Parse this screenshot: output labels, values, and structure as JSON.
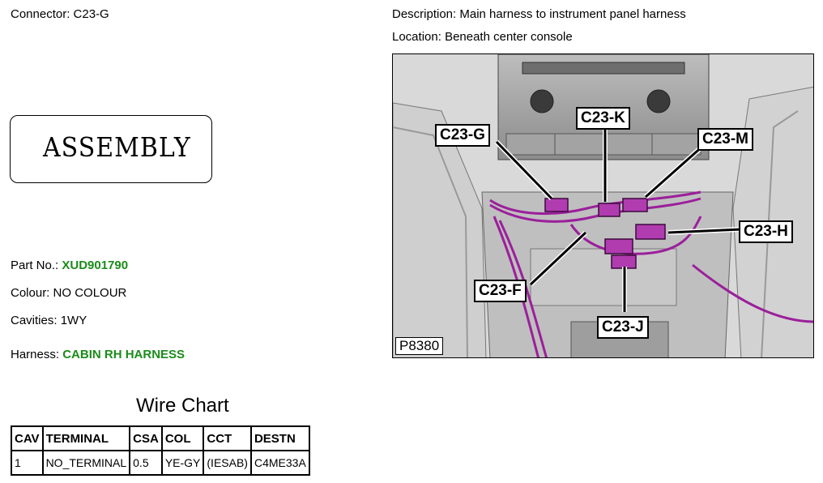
{
  "connector": {
    "label": "Connector:",
    "value": "C23-G"
  },
  "description": {
    "label": "Description:",
    "value": "Main harness to instrument panel harness"
  },
  "location": {
    "label": "Location:",
    "value": "Beneath center console"
  },
  "assembly_text": "ASSEMBLY",
  "part_no": {
    "label": "Part No.:",
    "value": "XUD901790"
  },
  "colour": {
    "label": "Colour:",
    "value": "NO COLOUR"
  },
  "cavities": {
    "label": "Cavities:",
    "value": "1WY"
  },
  "harness": {
    "label": "Harness:",
    "value": "CABIN RH HARNESS"
  },
  "wire_chart": {
    "title": "Wire Chart",
    "headers": [
      "CAV",
      "TERMINAL",
      "CSA",
      "COL",
      "CCT",
      "DESTN"
    ],
    "rows": [
      [
        "1",
        "NO_TERMINAL",
        "0.5",
        "YE-GY",
        "(IESAB)",
        "C4ME33A"
      ]
    ]
  },
  "image": {
    "ref": "P8380",
    "callouts": [
      "C23-G",
      "C23-K",
      "C23-M",
      "C23-H",
      "C23-F",
      "C23-J"
    ],
    "harness_color": "#9b1f9b"
  }
}
